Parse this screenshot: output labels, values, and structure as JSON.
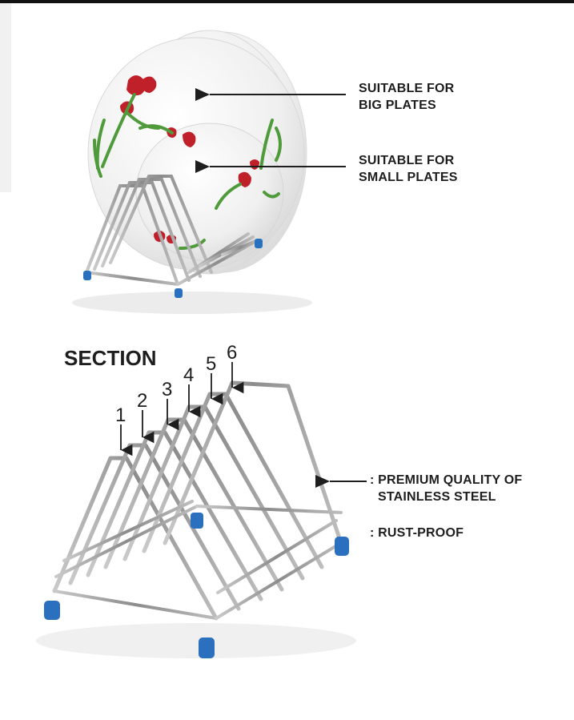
{
  "callouts": {
    "big_plates": [
      "SUITABLE FOR",
      "BIG PLATES"
    ],
    "small_plates": [
      "SUITABLE FOR",
      "SMALL PLATES"
    ]
  },
  "section": {
    "title": "SECTION",
    "numbers": [
      "1",
      "2",
      "3",
      "4",
      "5",
      "6"
    ]
  },
  "features": {
    "quality": [
      ": PREMIUM QUALITY OF",
      "STAINLESS STEEL"
    ],
    "rust": ": RUST-PROOF"
  },
  "colors": {
    "steel": "#9a9a9a",
    "foot": "#2b6fbf",
    "plate": "#f4f4f4",
    "tulip": "#c0202a",
    "leaf": "#4f9a3a"
  }
}
